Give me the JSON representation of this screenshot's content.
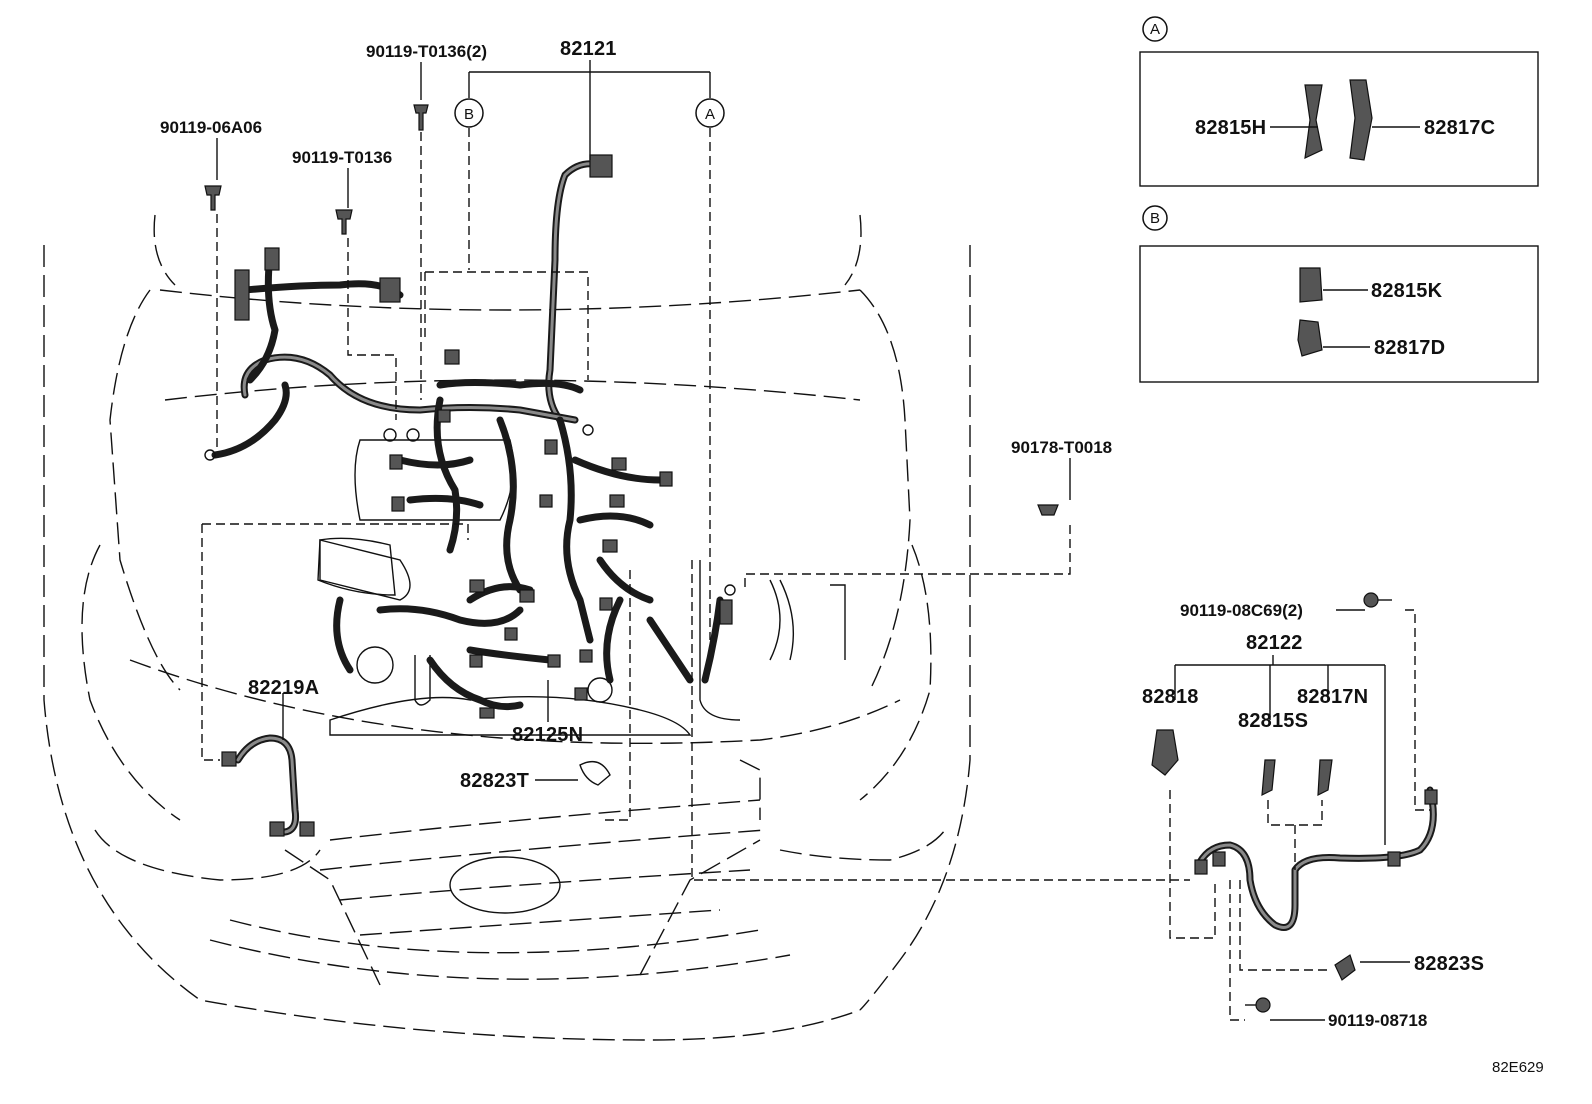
{
  "diagram": {
    "labels": {
      "p82121": "82121",
      "p90119_T0136_2": "90119-T0136(2)",
      "p90119_06A06": "90119-06A06",
      "p90119_T0136": "90119-T0136",
      "p90178_T0018": "90178-T0018",
      "p90119_08C69_2": "90119-08C69(2)",
      "p82122": "82122",
      "p82818": "82818",
      "p82817N": "82817N",
      "p82815S": "82815S",
      "p82219A": "82219A",
      "p82125N": "82125N",
      "p82823T": "82823T",
      "p82823S": "82823S",
      "p90119_08718": "90119-08718"
    },
    "callouts": {
      "a": "A",
      "b": "B"
    },
    "detail_a": {
      "title": "A",
      "p82815H": "82815H",
      "p82817C": "82817C"
    },
    "detail_b": {
      "title": "B",
      "p82815K": "82815K",
      "p82817D": "82817D"
    },
    "reference_code": "82E629"
  }
}
